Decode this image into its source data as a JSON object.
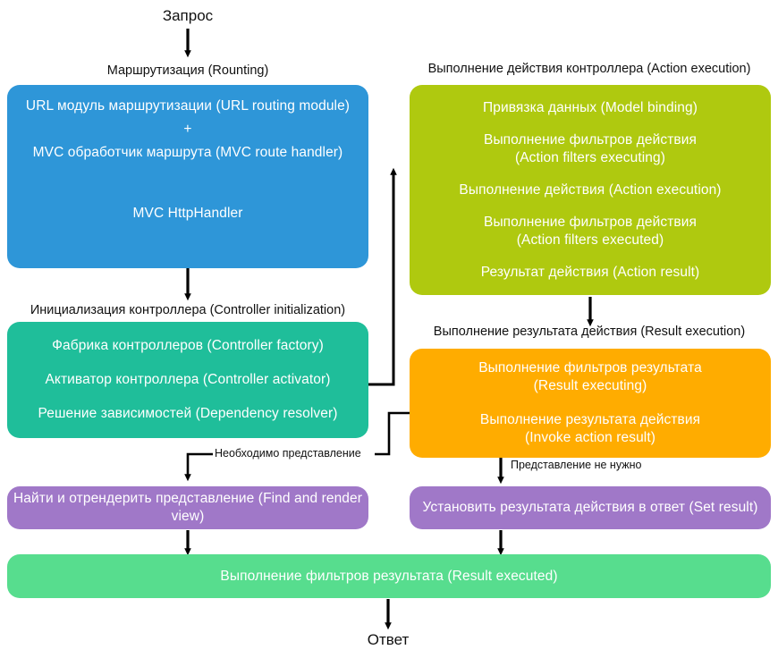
{
  "diagram": {
    "title_flow": "ASP.NET MVC request lifecycle",
    "colors": {
      "blue": "#2E96D8",
      "teal": "#1FBE9A",
      "olive": "#AFC90F",
      "orange": "#FFAC00",
      "purple": "#A078C8",
      "green": "#57DD8E",
      "text_light": "#FFFFFF",
      "text_dark": "#111111",
      "background": "#FFFFFF",
      "wire": "#000000"
    },
    "entry_label": "Запрос",
    "exit_label": "Ответ",
    "captions": {
      "routing": "Маршрутизация (Rounting)",
      "controller_init": "Инициализация контроллера (Controller initialization)",
      "action_execution": "Выполнение действия контроллера (Action execution)",
      "result_execution": "Выполнение результата действия (Result execution)"
    },
    "boxes": {
      "routing": {
        "name": "routing-box",
        "color": "#2E96D8",
        "lines": [
          "URL модуль маршрутизации (URL routing module)",
          "+",
          "MVC обработчик маршрута (MVC route handler)",
          "MVC HttpHandler"
        ]
      },
      "controller_init": {
        "name": "controller-initialization-box",
        "color": "#1FBE9A",
        "lines": [
          "Фабрика контроллеров (Controller factory)",
          "Активатор контроллера (Controller activator)",
          "Решение зависимостей (Dependency resolver)"
        ]
      },
      "action_execution": {
        "name": "action-execution-box",
        "color": "#AFC90F",
        "lines": [
          "Привязка данных (Model binding)",
          "Выполнение фильтров действия\n(Action filters executing)",
          "Выполнение действия (Action execution)",
          "Выполнение фильтров действия\n(Action filters executed)",
          "Результат действия (Action result)"
        ]
      },
      "result_execution": {
        "name": "result-execution-box",
        "color": "#FFAC00",
        "lines": [
          "Выполнение фильтров результата\n(Result executing)",
          "Выполнение результата действия\n(Invoke action result)"
        ]
      },
      "find_render_view": {
        "name": "find-and-render-view-box",
        "color": "#A078C8",
        "lines": [
          "Найти и отрендерить представление (Find and render view)"
        ]
      },
      "set_result": {
        "name": "set-result-box",
        "color": "#A078C8",
        "lines": [
          "Установить результата действия в ответ (Set result)"
        ]
      },
      "result_executed": {
        "name": "result-executed-box",
        "color": "#57DD8E",
        "lines": [
          "Выполнение фильтров результата (Result executed)"
        ]
      }
    },
    "connector_labels": {
      "view_needed": "Необходимо представление",
      "view_not_needed": "Представление не нужно"
    }
  }
}
